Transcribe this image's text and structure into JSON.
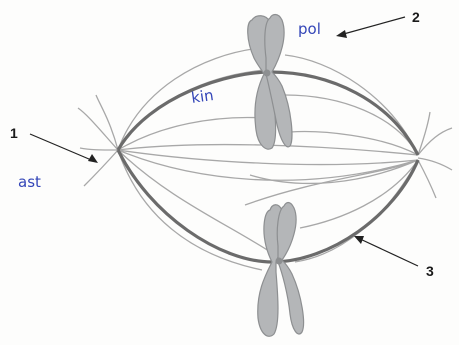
{
  "labels": {
    "n1": "1",
    "n2": "2",
    "n3": "3"
  },
  "handwriting": {
    "ast": "ast",
    "pol": "pol",
    "kin": "kin"
  },
  "colors": {
    "handwriting": "#3446b8",
    "spindle": "#6b6b6b",
    "fibers": "#a8a8a8",
    "chromosome": "#b4b6b8"
  }
}
